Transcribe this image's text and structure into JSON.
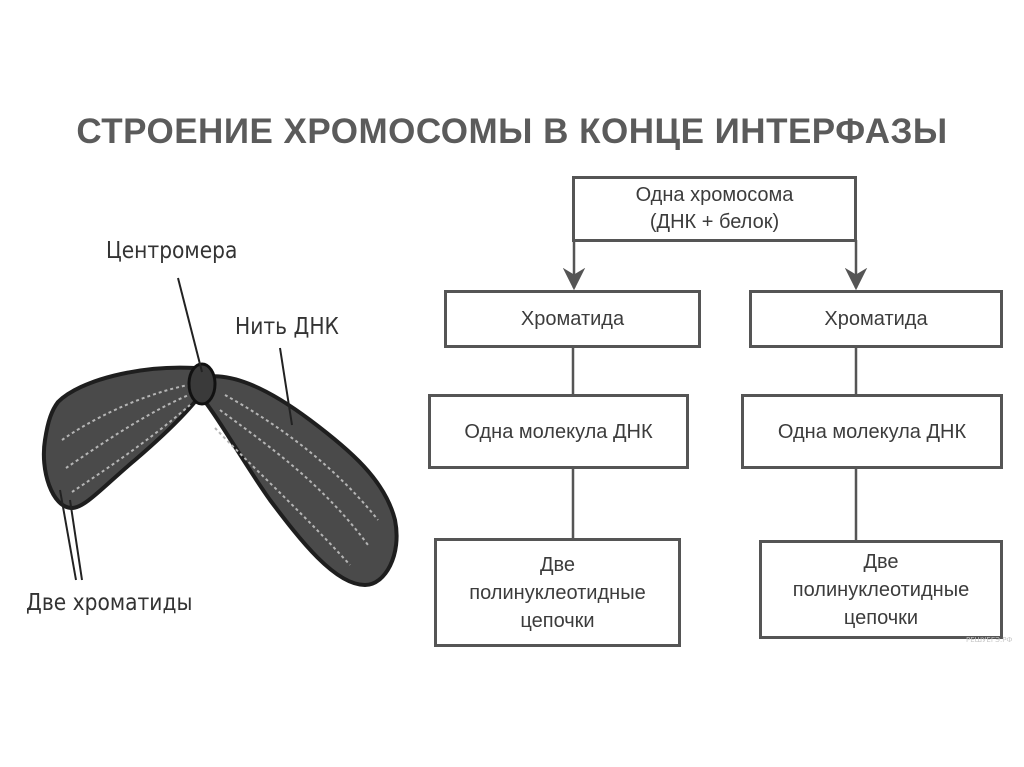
{
  "title": "СТРОЕНИЕ ХРОМОСОМЫ В КОНЦЕ ИНТЕРФАЗЫ",
  "labels": {
    "centromere": "Центромера",
    "dna_thread": "Нить ДНК",
    "two_chromatids": "Две хроматиды"
  },
  "boxes": {
    "root": [
      "Одна хромосома",
      "(ДНК + белок)"
    ],
    "left": {
      "chromatid": "Хроматида",
      "molecule": "Одна молекула ДНК",
      "chains": [
        "Две",
        "полинуклеотидные",
        "цепочки"
      ]
    },
    "right": {
      "chromatid": "Хроматида",
      "molecule": "Одна молекула ДНК",
      "chains": [
        "Две",
        "полинуклеотидные",
        "цепочки"
      ]
    }
  },
  "watermark": "РЕШУЕГЭ.РФ",
  "colors": {
    "line": "#555555",
    "chromatid_fill": "#4a4a4a",
    "outline": "#1e1e1e"
  }
}
